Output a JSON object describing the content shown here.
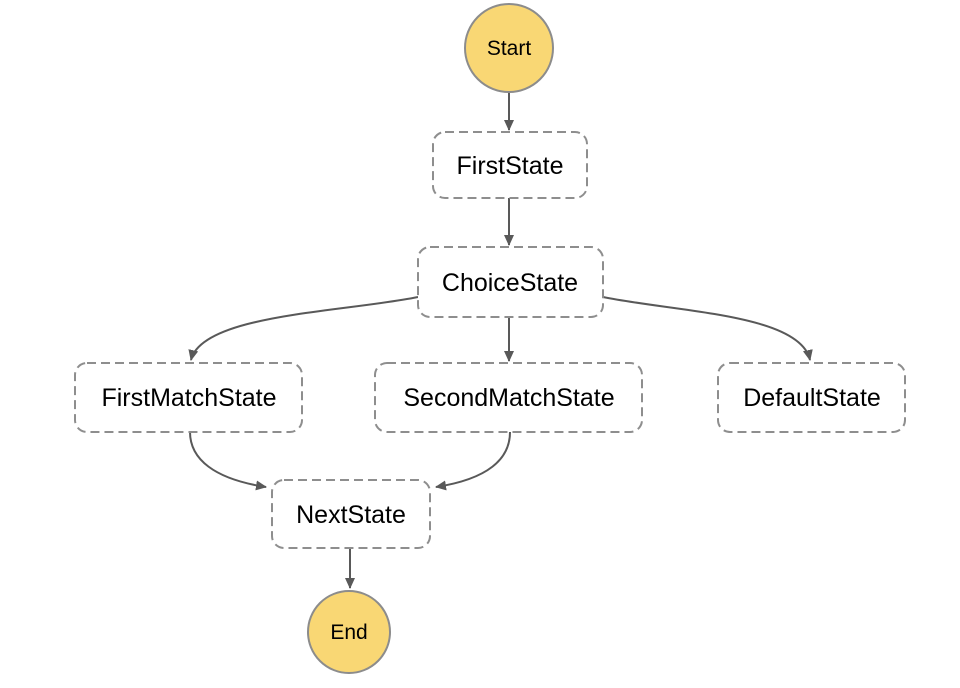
{
  "diagram": {
    "type": "state-machine-flowchart",
    "colors": {
      "background": "#FFFFFF",
      "terminal_fill": "#F9D774",
      "terminal_border": "#8C8C8C",
      "state_fill": "#FFFFFF",
      "state_border": "#8E8E8E",
      "edge": "#595959",
      "label": "#000000"
    },
    "nodes": [
      {
        "id": "start",
        "label": "Start",
        "type": "terminal"
      },
      {
        "id": "first-state",
        "label": "FirstState",
        "type": "state"
      },
      {
        "id": "choice-state",
        "label": "ChoiceState",
        "type": "state"
      },
      {
        "id": "first-match-state",
        "label": "FirstMatchState",
        "type": "state"
      },
      {
        "id": "second-match-state",
        "label": "SecondMatchState",
        "type": "state"
      },
      {
        "id": "default-state",
        "label": "DefaultState",
        "type": "state"
      },
      {
        "id": "next-state",
        "label": "NextState",
        "type": "state"
      },
      {
        "id": "end",
        "label": "End",
        "type": "terminal"
      }
    ],
    "edges": [
      {
        "from": "Start",
        "to": "FirstState"
      },
      {
        "from": "FirstState",
        "to": "ChoiceState"
      },
      {
        "from": "ChoiceState",
        "to": "FirstMatchState"
      },
      {
        "from": "ChoiceState",
        "to": "SecondMatchState"
      },
      {
        "from": "ChoiceState",
        "to": "DefaultState"
      },
      {
        "from": "FirstMatchState",
        "to": "NextState"
      },
      {
        "from": "SecondMatchState",
        "to": "NextState"
      },
      {
        "from": "NextState",
        "to": "End"
      }
    ]
  }
}
